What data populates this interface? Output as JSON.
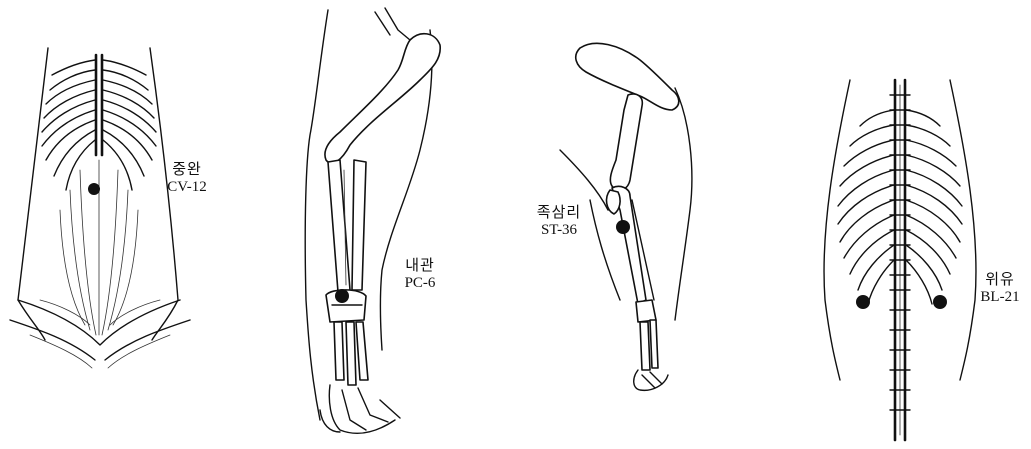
{
  "acupoints": [
    {
      "name_ko": "중완",
      "code": "CV-12",
      "dot_color": "#111111"
    },
    {
      "name_ko": "내관",
      "code": "PC-6",
      "dot_color": "#111111"
    },
    {
      "name_ko": "족삼리",
      "code": "ST-36",
      "dot_color": "#111111"
    },
    {
      "name_ko": "위유",
      "code": "BL-21",
      "dot_color": "#111111"
    }
  ]
}
